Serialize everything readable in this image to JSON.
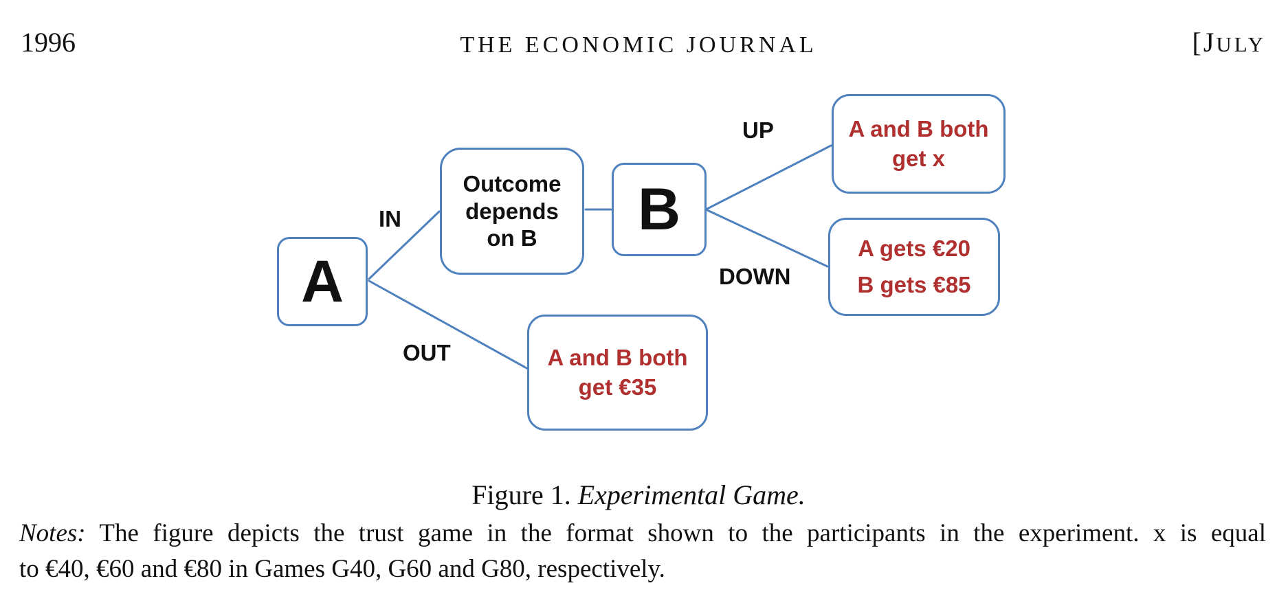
{
  "header": {
    "page_number": "1996",
    "journal_title": "THE ECONOMIC JOURNAL",
    "issue_part1": "[J",
    "issue_part2": "ULY"
  },
  "diagram": {
    "node_a": "A",
    "node_b": "B",
    "outcome_lines": [
      "Outcome",
      "depends",
      "on B"
    ],
    "edge_labels": {
      "in": "IN",
      "out": "OUT",
      "up": "UP",
      "down": "DOWN"
    },
    "payoff_up": [
      "A and B both",
      "get x"
    ],
    "payoff_down": [
      "A gets €20",
      "B gets €85"
    ],
    "payoff_out": [
      "A and B both",
      "get €35"
    ]
  },
  "caption": {
    "label": "Figure 1.",
    "title": "Experimental Game."
  },
  "notes": {
    "label": "Notes:",
    "line1": "The figure depicts the trust game in the format shown to the participants in the experiment. x is equal",
    "line2": "to €40, €60 and €80 in Games G40, G60 and G80, respectively."
  },
  "colors": {
    "accent_blue": "#4e81bd",
    "payoff_red": "#b03030",
    "text_black": "#111111"
  }
}
